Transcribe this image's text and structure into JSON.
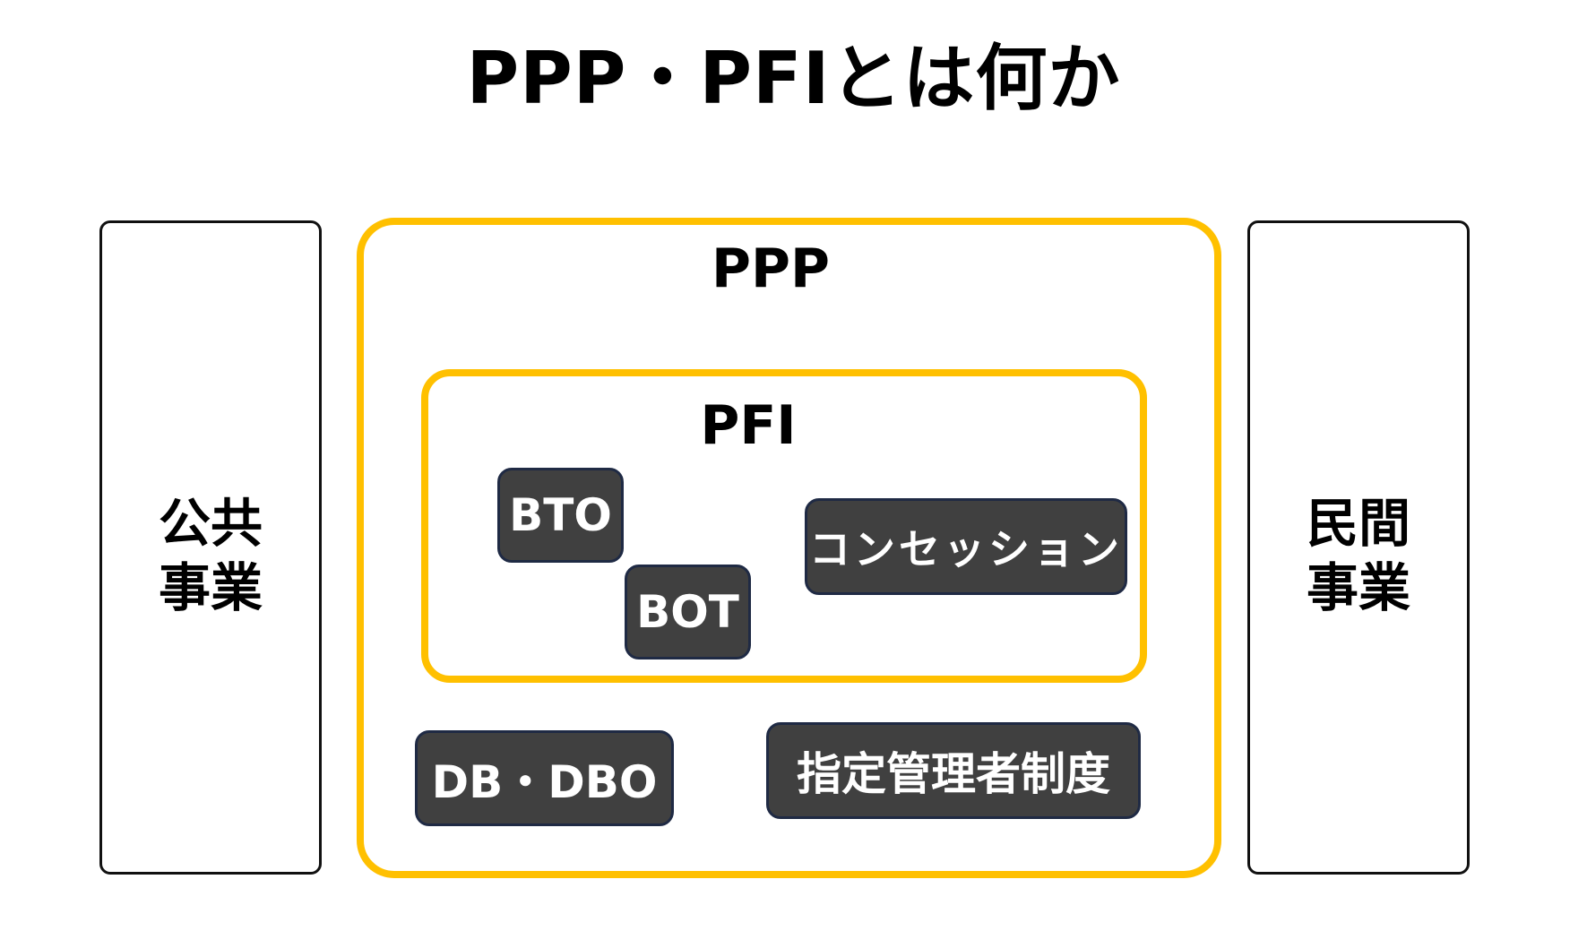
{
  "title": "PPP・PFIとは何か",
  "public_sector": {
    "line1": "公共",
    "line2": "事業"
  },
  "private_sector": {
    "line1": "民間",
    "line2": "事業"
  },
  "ppp": {
    "label": "PPP",
    "items": {
      "db_dbo": "DB・DBO",
      "designated_manager": "指定管理者制度"
    }
  },
  "pfi": {
    "label": "PFI",
    "items": {
      "bto": "BTO",
      "bot": "BOT",
      "concession": "コンセッション"
    }
  },
  "colors": {
    "accent_border": "#ffc000",
    "pill_fill": "#404040",
    "pill_border": "#1f2a44",
    "side_border": "#111111"
  }
}
